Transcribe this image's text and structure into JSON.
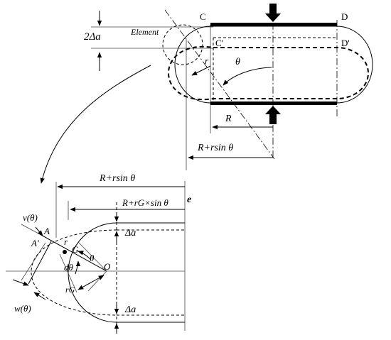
{
  "labels": {
    "two_delta_a": "2Δa",
    "element": "Element",
    "C": "C",
    "D": "D",
    "C_prime": "C'",
    "D_prime": "D'",
    "r_top": "r",
    "theta_top": "θ",
    "R": "R",
    "R_plus_rsin": "R+rsin θ",
    "R_plus_rsin_2": "R+rsin θ",
    "R_plus_rG": "R+rG×sin θ",
    "e": "e",
    "v_theta": "v(θ)",
    "A": "A",
    "A_prime": "A'",
    "r_bottom": "r",
    "G": "G",
    "theta_bottom": "θ",
    "d_theta": "dθ",
    "O": "O",
    "r_G": "rG",
    "w_theta": "w(θ)",
    "delta_a_top": "Δa",
    "delta_a_bottom": "Δa"
  }
}
